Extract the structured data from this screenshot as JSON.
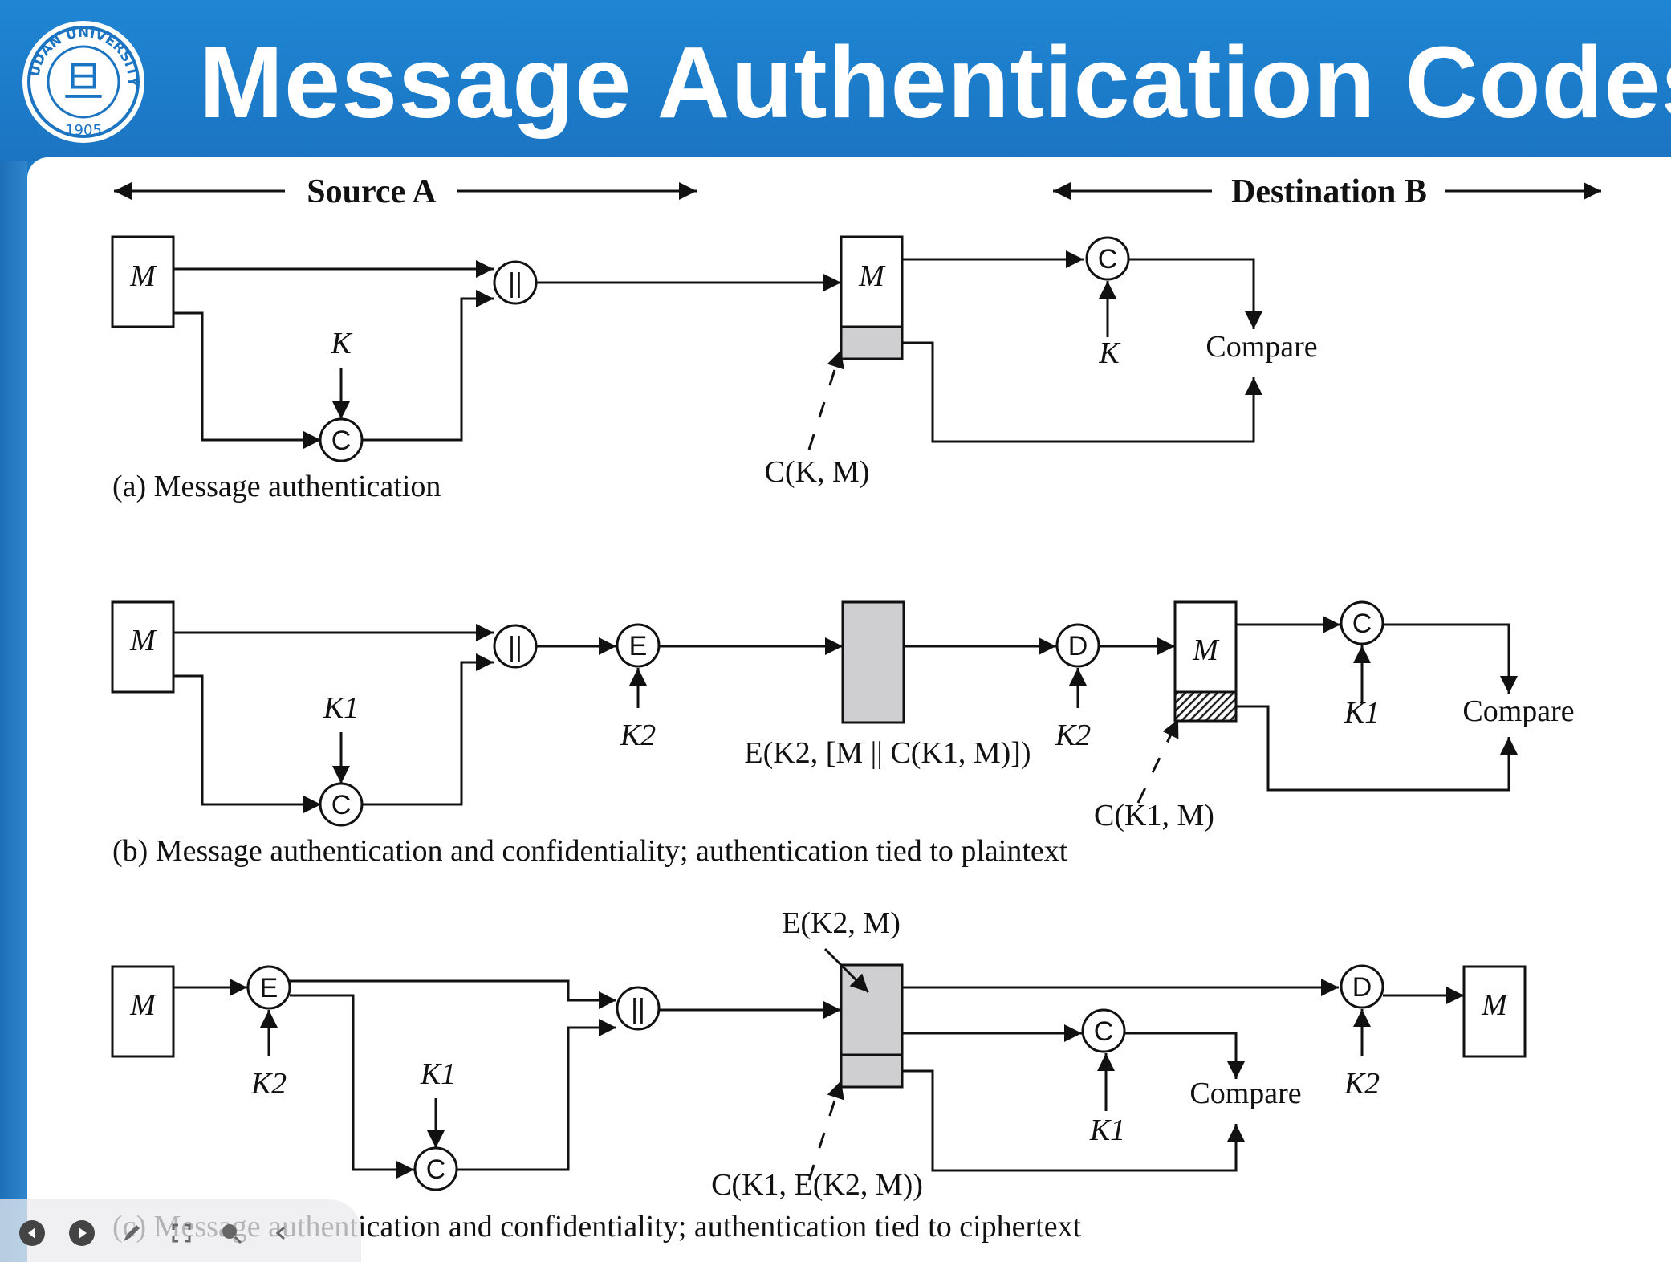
{
  "slide": {
    "title": "Message Authentication Codes",
    "logo_text": "FUDAN UNIVERSITY",
    "logo_year": "1905"
  },
  "header_labels": {
    "source": "Source A",
    "destination": "Destination B"
  },
  "panel_a": {
    "caption": "(a) Message authentication",
    "m_left": "M",
    "m_mid": "M",
    "key_left": "K",
    "key_right": "K",
    "mac_label": "C(K, M)",
    "concat": "||",
    "mac_fn": "C",
    "compare": "Compare"
  },
  "panel_b": {
    "caption": "(b) Message authentication and confidentiality; authentication tied to plaintext",
    "m_left": "M",
    "m_right": "M",
    "k1_left": "K1",
    "k2_enc": "K2",
    "k2_dec": "K2",
    "k1_right": "K1",
    "cipher_label": "E(K2, [M || C(K1, M)])",
    "mac_label": "C(K1, M)",
    "enc": "E",
    "dec": "D",
    "concat": "||",
    "mac_fn": "C",
    "compare": "Compare"
  },
  "panel_c": {
    "caption": "(c) Message authentication and confidentiality; authentication tied to ciphertext",
    "m_left": "M",
    "m_right": "M",
    "k2_enc": "K2",
    "k1_mac": "K1",
    "k1_right": "K1",
    "k2_dec": "K2",
    "cipher_label": "E(K2, M)",
    "mac_label": "C(K1, E(K2, M))",
    "enc": "E",
    "dec": "D",
    "concat": "||",
    "mac_fn": "C",
    "compare": "Compare"
  },
  "player": {
    "buttons": [
      "prev-icon",
      "play-icon",
      "pen-icon",
      "fullscreen-icon",
      "zoom-icon",
      "more-icon"
    ]
  }
}
